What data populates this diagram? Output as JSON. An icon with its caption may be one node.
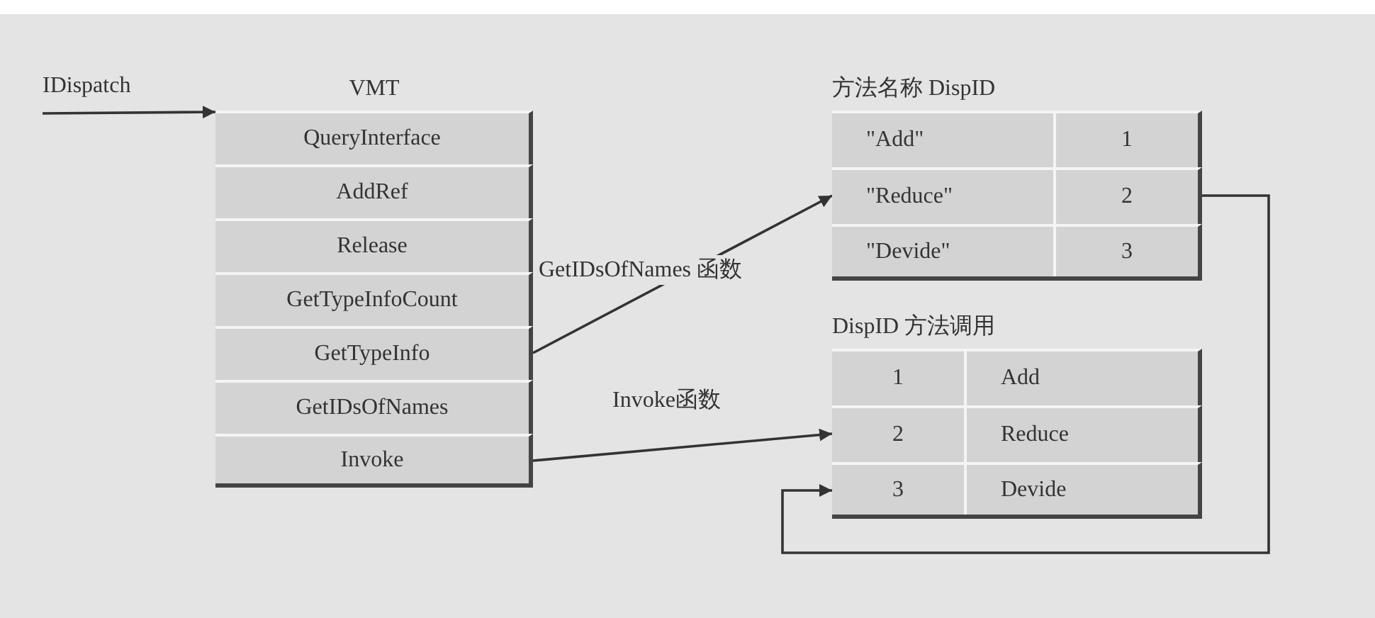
{
  "diagram": {
    "nodes": [
      {
        "text": [
          "IDispatch"
        ]
      },
      {
        "text": [
          "VMT"
        ]
      },
      {
        "text": [
          "QueryInterface"
        ],
        "in": 1
      },
      {
        "text": [
          "AddRef"
        ],
        "in": 1
      },
      {
        "text": [
          "Release"
        ],
        "in": 1
      },
      {
        "text": [
          "GetTypeInfoCount"
        ],
        "in": 1
      },
      {
        "text": [
          "GetTypeInfo"
        ],
        "in": 1
      },
      {
        "text": [
          "GetIDsOfNames"
        ],
        "in": 1
      },
      {
        "text": [
          "Invoke"
        ],
        "in": 1
      },
      {
        "text": [
          "方法名称 DispID"
        ]
      },
      {
        "text": [
          "\"Add\"",
          "1"
        ],
        "in": 9
      },
      {
        "text": [
          "\"Reduce\"",
          "2"
        ],
        "in": 9
      },
      {
        "text": [
          "\"Devide\"",
          "3"
        ],
        "in": 9
      },
      {
        "text": [
          "DispID 方法调用"
        ]
      },
      {
        "text": [
          "1",
          "Add"
        ],
        "in": 13
      },
      {
        "text": [
          "2",
          "Reduce"
        ],
        "in": 13
      },
      {
        "text": [
          "3",
          "Devide"
        ],
        "in": 13
      }
    ],
    "edges": [
      {
        "from": 0,
        "to": 1,
        "arrow": "to"
      },
      {
        "from": 6,
        "to": 11,
        "label": "GetIDsOfNames 函数",
        "arrow": "to"
      },
      {
        "from": 8,
        "to": 15,
        "label": "Invoke函数",
        "arrow": "to"
      },
      {
        "from": 11,
        "to": 16,
        "arrow": "to"
      }
    ]
  }
}
